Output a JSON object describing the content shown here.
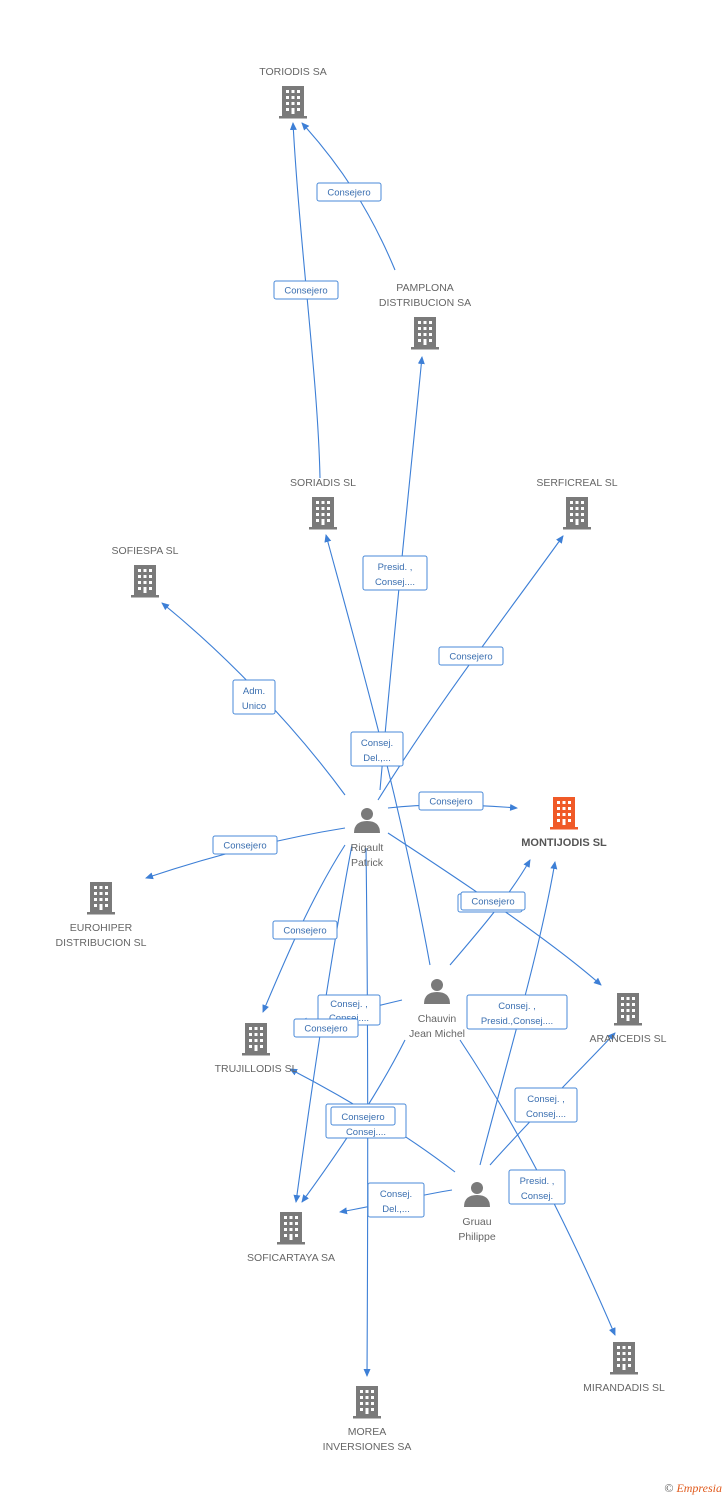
{
  "colors": {
    "edge": "#3d7fd6",
    "company": "#7a7a7a",
    "company_highlight": "#f05a28",
    "person": "#7a7a7a",
    "label_border": "#4a8ad8",
    "label_text": "#3b6fb0"
  },
  "nodes": [
    {
      "id": "toriodis",
      "type": "company",
      "icon": "building-icon",
      "lines": [
        "TORIODIS SA"
      ]
    },
    {
      "id": "pamplona",
      "type": "company",
      "icon": "building-icon",
      "lines": [
        "PAMPLONA",
        "DISTRIBUCION SA"
      ]
    },
    {
      "id": "soriadis",
      "type": "company",
      "icon": "building-icon",
      "lines": [
        "SORIADIS SL"
      ]
    },
    {
      "id": "serficreal",
      "type": "company",
      "icon": "building-icon",
      "lines": [
        "SERFICREAL SL"
      ]
    },
    {
      "id": "sofiespa",
      "type": "company",
      "icon": "building-icon",
      "lines": [
        "SOFIESPA SL"
      ]
    },
    {
      "id": "montijodis",
      "type": "company",
      "icon": "building-icon",
      "highlight": true,
      "lines": [
        "MONTIJODIS SL"
      ]
    },
    {
      "id": "eurohiper",
      "type": "company",
      "icon": "building-icon",
      "lines": [
        "EUROHIPER",
        "DISTRIBUCION SL"
      ]
    },
    {
      "id": "arancedis",
      "type": "company",
      "icon": "building-icon",
      "lines": [
        "ARANCEDIS SL"
      ]
    },
    {
      "id": "trujillodis",
      "type": "company",
      "icon": "building-icon",
      "lines": [
        "TRUJILLODIS SL"
      ]
    },
    {
      "id": "soficartaya",
      "type": "company",
      "icon": "building-icon",
      "lines": [
        "SOFICARTAYA SA"
      ]
    },
    {
      "id": "mirandadis",
      "type": "company",
      "icon": "building-icon",
      "lines": [
        "MIRANDADIS SL"
      ]
    },
    {
      "id": "morea",
      "type": "company",
      "icon": "building-icon",
      "lines": [
        "MOREA",
        "INVERSIONES SA"
      ]
    },
    {
      "id": "rigault",
      "type": "person",
      "icon": "person-icon",
      "lines": [
        "Rigault",
        "Patrick"
      ]
    },
    {
      "id": "chauvin",
      "type": "person",
      "icon": "person-icon",
      "lines": [
        "Chauvin",
        "Jean Michel"
      ]
    },
    {
      "id": "gruau",
      "type": "person",
      "icon": "person-icon",
      "lines": [
        "Gruau",
        "Philippe"
      ]
    }
  ],
  "edge_labels": [
    {
      "id": "e1",
      "lines": [
        "Consejero"
      ]
    },
    {
      "id": "e2",
      "lines": [
        "Consejero"
      ]
    },
    {
      "id": "e3",
      "lines": [
        "Presid. ,",
        "Consej...."
      ]
    },
    {
      "id": "e4",
      "lines": [
        "Consejero"
      ]
    },
    {
      "id": "e5",
      "lines": [
        "Adm.",
        "Unico"
      ]
    },
    {
      "id": "e6",
      "lines": [
        "Consej.",
        "Del.,..."
      ]
    },
    {
      "id": "e7",
      "lines": [
        "Consejero"
      ]
    },
    {
      "id": "e8",
      "lines": [
        "Consejero"
      ]
    },
    {
      "id": "e9",
      "lines": [
        "Consejero"
      ]
    },
    {
      "id": "e10",
      "lines": [
        "Consejero"
      ]
    },
    {
      "id": "e11",
      "lines": [
        "Consej. ,",
        "Consej...."
      ]
    },
    {
      "id": "e12",
      "lines": [
        "Consejero"
      ]
    },
    {
      "id": "e13",
      "lines": [
        "Consej. ,",
        "Presid.,Consej...."
      ]
    },
    {
      "id": "e14",
      "lines": [
        "Consej. ,",
        "Consej...."
      ]
    },
    {
      "id": "e15",
      "lines": [
        "Consejero"
      ]
    },
    {
      "id": "e16",
      "lines": [
        "Consej...."
      ]
    },
    {
      "id": "e17",
      "lines": [
        "Consej.",
        "Del.,..."
      ]
    },
    {
      "id": "e18",
      "lines": [
        "Presid. ,",
        "Consej."
      ]
    }
  ],
  "footer": {
    "copyright": "©",
    "brand": "Empresia"
  }
}
